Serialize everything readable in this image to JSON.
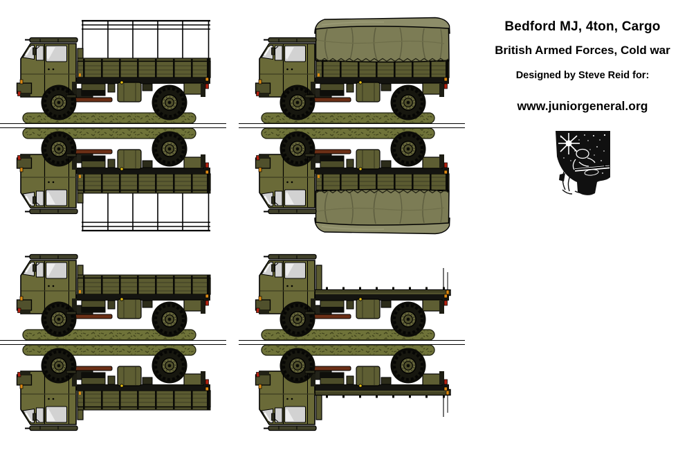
{
  "header": {
    "title": "Bedford MJ, 4ton, Cargo",
    "subtitle": "British Armed Forces, Cold war",
    "credit": "Designed by Steve Reid for:",
    "website": "www.juniorgeneral.org"
  },
  "logo": {
    "name": "soldier-with-rifle-logo",
    "description": "black and white drawing of a soldier aiming a rifle under a starburst sky"
  },
  "sheet": {
    "units": [
      {
        "variant": "cargo-frame",
        "label": "Bedford MJ with open cargo frame",
        "symbol": "#truck-frame"
      },
      {
        "variant": "canvas-cover",
        "label": "Bedford MJ with canvas tilt",
        "symbol": "#truck-canvas"
      },
      {
        "variant": "dropside",
        "label": "Bedford MJ open dropside bed",
        "symbol": "#truck-drop"
      },
      {
        "variant": "flatbed",
        "label": "Bedford MJ flatbed",
        "symbol": "#truck-flat"
      }
    ],
    "colors": {
      "body_olive": "#6a6a38",
      "bed_olive": "#5b5b31",
      "canvas_khaki": "#7c7c55",
      "canvas_highlight": "#8d8d69",
      "grass_green": "#6f7339",
      "tire_black": "#17170f",
      "window_gray": "#d2d2d2",
      "marker_orange": "#df8a12",
      "light_red": "#b22211",
      "exhaust_rust": "#6b2f16"
    }
  }
}
